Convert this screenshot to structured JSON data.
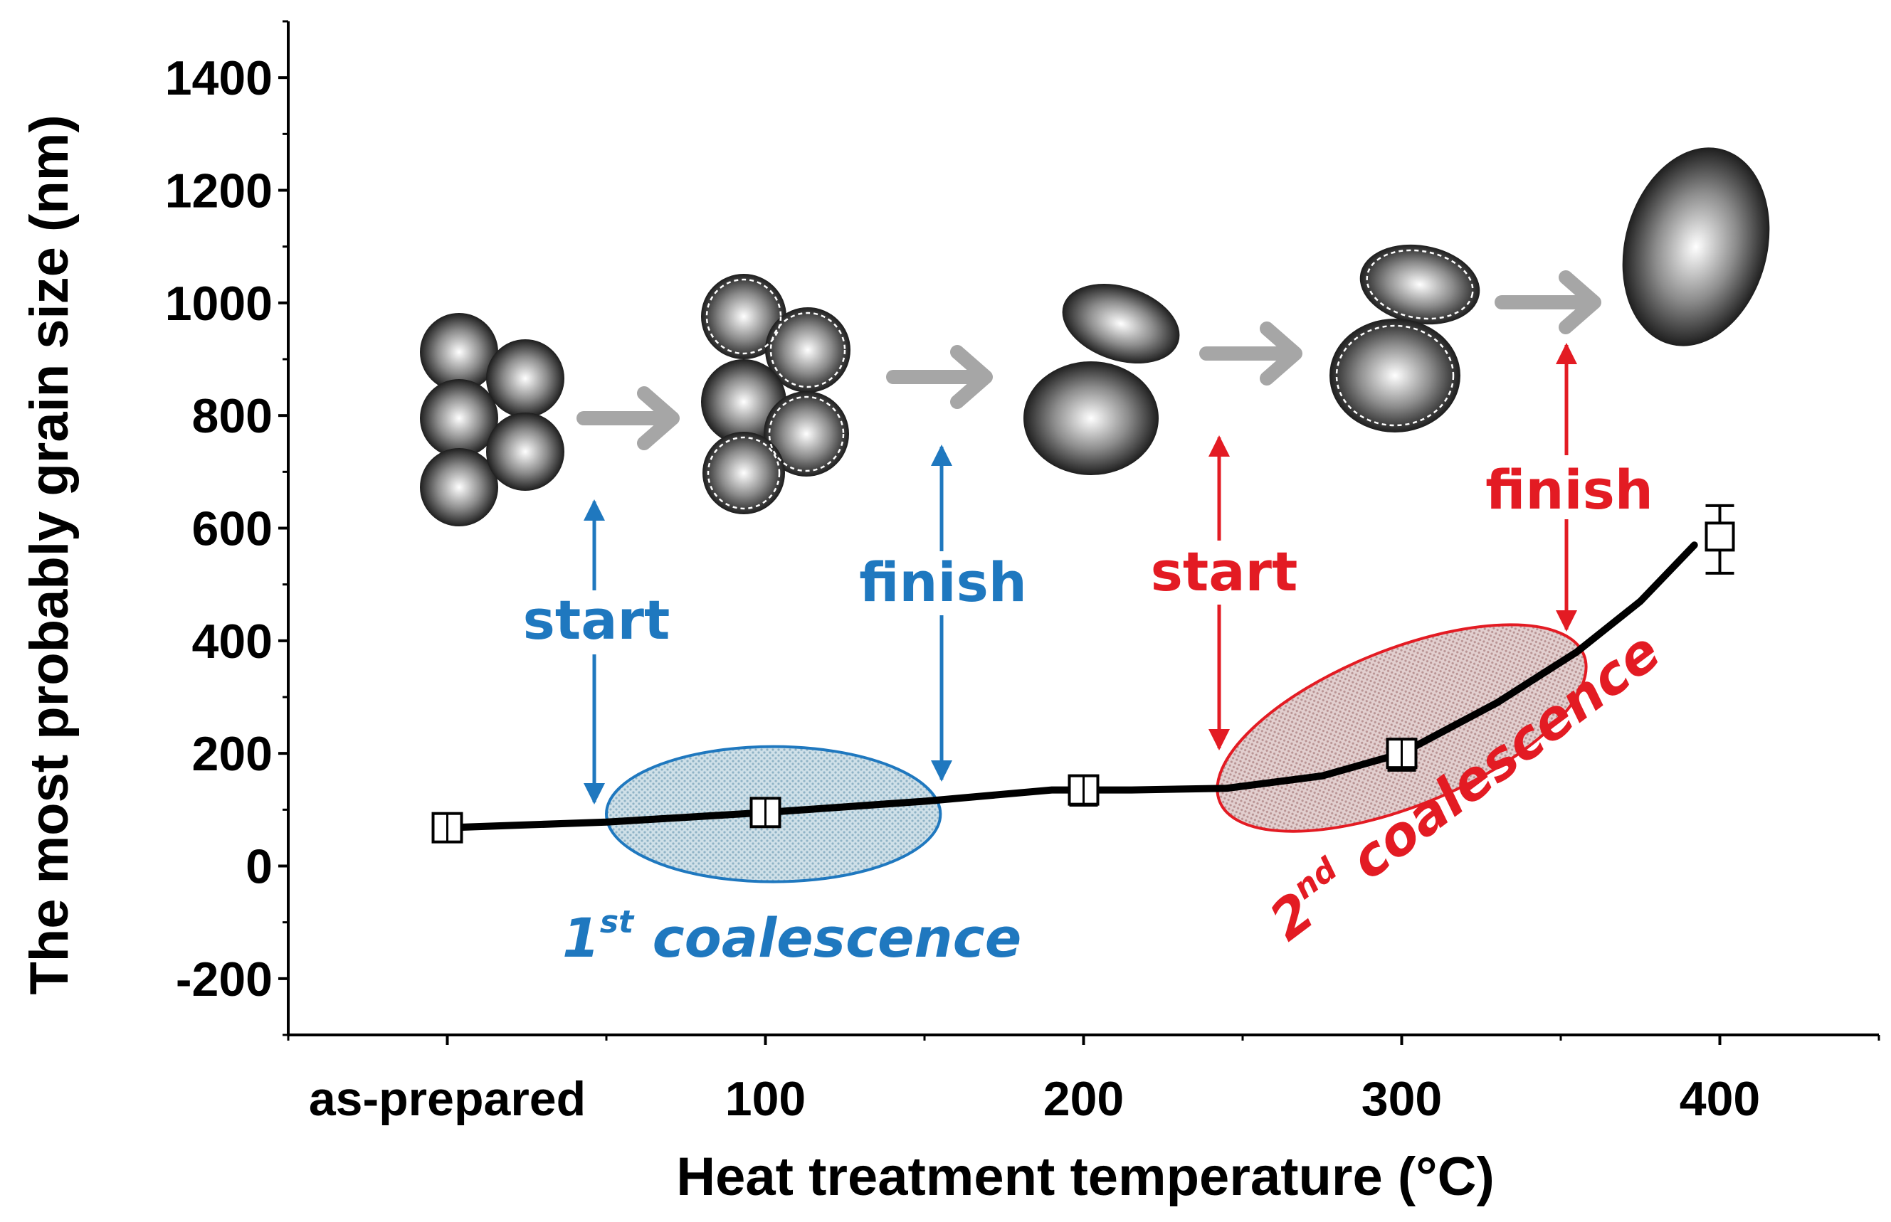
{
  "chart_data": {
    "type": "line",
    "xlabel": "Heat treatment temperature (°C)",
    "ylabel": "The most probably grain size (nm)",
    "xlim": [
      -50,
      450
    ],
    "ylim": [
      -300,
      1500
    ],
    "x_ticks": [
      {
        "x": 0,
        "label": "as-prepared"
      },
      {
        "x": 100,
        "label": "100"
      },
      {
        "x": 200,
        "label": "200"
      },
      {
        "x": 300,
        "label": "300"
      },
      {
        "x": 400,
        "label": "400"
      }
    ],
    "y_ticks": [
      {
        "y": -200,
        "label": "-200"
      },
      {
        "y": 0,
        "label": "0"
      },
      {
        "y": 200,
        "label": "200"
      },
      {
        "y": 400,
        "label": "400"
      },
      {
        "y": 600,
        "label": "600"
      },
      {
        "y": 800,
        "label": "800"
      },
      {
        "y": 1000,
        "label": "1000"
      },
      {
        "y": 1200,
        "label": "1200"
      },
      {
        "y": 1400,
        "label": "1400"
      }
    ],
    "points": [
      {
        "x": 0,
        "y": 68,
        "low": 45,
        "high": 90
      },
      {
        "x": 100,
        "y": 95,
        "low": 75,
        "high": 120
      },
      {
        "x": 200,
        "y": 135,
        "low": 108,
        "high": 160
      },
      {
        "x": 300,
        "y": 200,
        "low": 170,
        "high": 220
      },
      {
        "x": 400,
        "y": 585,
        "low": 520,
        "high": 640
      }
    ],
    "trend": [
      [
        0,
        68
      ],
      [
        50,
        78
      ],
      [
        100,
        95
      ],
      [
        150,
        115
      ],
      [
        190,
        135
      ],
      [
        215,
        135
      ],
      [
        245,
        138
      ],
      [
        275,
        160
      ],
      [
        300,
        200
      ],
      [
        330,
        290
      ],
      [
        355,
        380
      ],
      [
        375,
        470
      ],
      [
        392,
        570
      ]
    ],
    "regions": [
      {
        "name": "1st coalescence",
        "x_start": 50,
        "x_end": 155,
        "color": "#1f78bf",
        "fill": "#9fc3d4"
      },
      {
        "name": "2nd coalescence",
        "x_start": 245,
        "x_end": 355,
        "color": "#e31b23",
        "fill": "#c9a8a8"
      }
    ],
    "annotations": {
      "first_start": "start",
      "first_finish": "finish",
      "second_start": "start",
      "second_finish": "finish",
      "first_label_num": "1",
      "first_label_sup": "st",
      "first_label_text": " coalescence",
      "second_label_num": "2",
      "second_label_sup": "nd",
      "second_label_text": " coalescence"
    },
    "illustration": {
      "stages": [
        "separate grains",
        "merging grains",
        "two grains",
        "merging pair",
        "single large grain"
      ],
      "arrow_color": "#a6a6a6"
    },
    "colors": {
      "first": "#1f78bf",
      "second": "#e31b23",
      "line": "#000000"
    },
    "grid": false
  }
}
